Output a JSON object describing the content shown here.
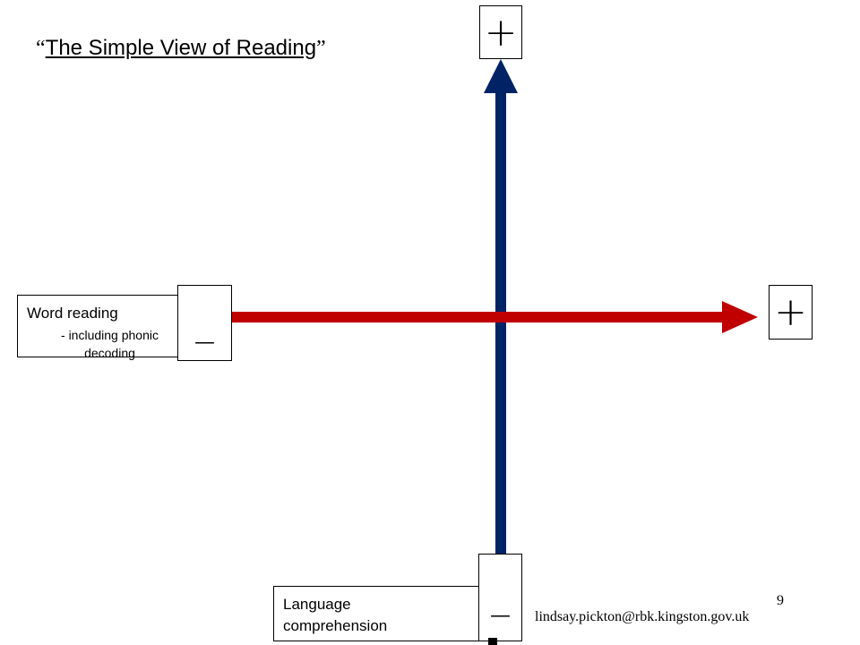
{
  "title": {
    "open_quote": "“",
    "text": "The Simple View of Reading",
    "close_quote": "”"
  },
  "axes": {
    "horizontal": {
      "color": "#c00000",
      "label_main": "Word reading",
      "label_sub": "- including phonic decoding",
      "negative_sign": "_",
      "positive_sign": "+"
    },
    "vertical": {
      "color": "#002366",
      "label": "Language comprehension",
      "negative_sign": "_",
      "positive_sign": "+"
    }
  },
  "footer": {
    "page_number": "9",
    "email": "lindsay.pickton@rbk.kingston.gov.uk"
  }
}
